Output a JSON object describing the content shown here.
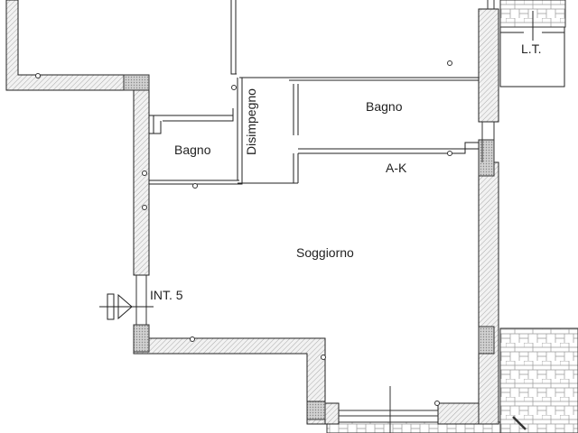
{
  "rooms": {
    "bagno_right": "Bagno",
    "bagno_left": "Bagno",
    "disimpegno": "Disimpegno",
    "ak": "A-K",
    "soggiorno": "Soggiorno",
    "lt": "L.T."
  },
  "entrance_label": "INT. 5",
  "colors": {
    "wall_line": "#222222",
    "hatch": "#9a9a9a",
    "pillar": "#c8c8c8"
  }
}
